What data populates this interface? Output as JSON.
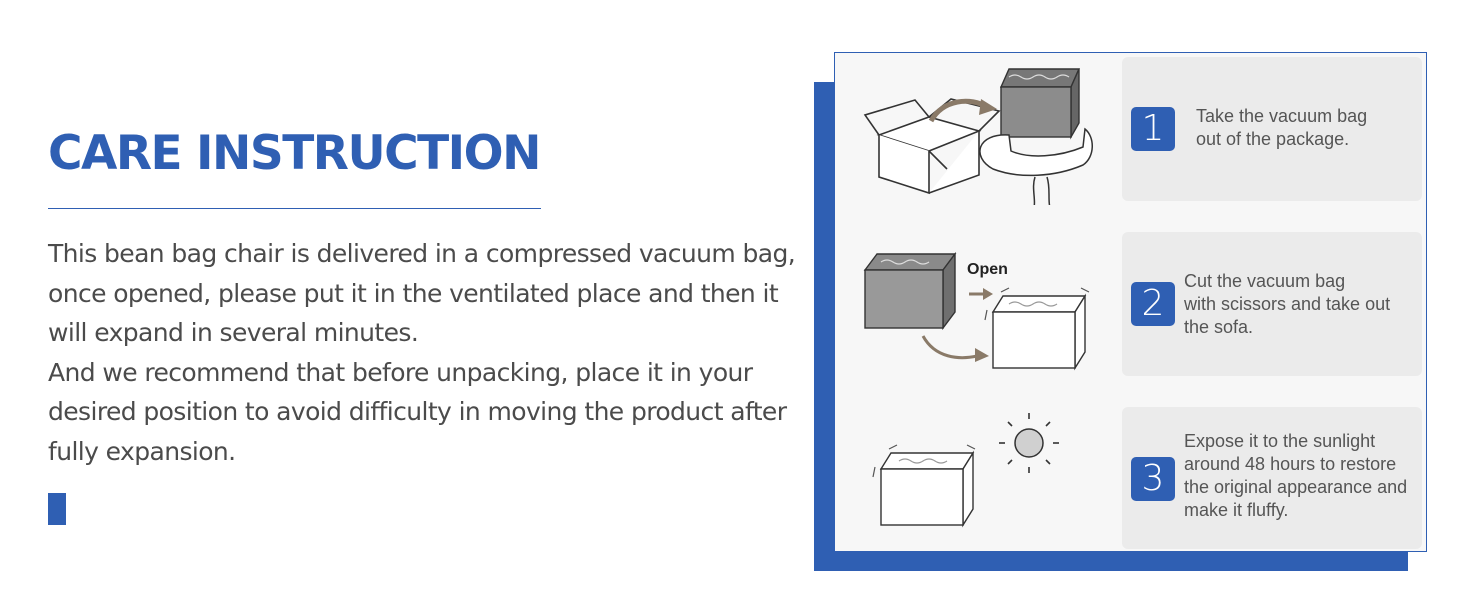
{
  "heading": "CARE INSTRUCTION",
  "description": [
    "This bean bag chair is delivered in a compressed vacuum bag, once opened, please put it in the ventilated place and then it will expand in several minutes.",
    "And we recommend that before unpacking, place it in your desired position to avoid difficulty in moving the product after fully expansion."
  ],
  "steps": [
    {
      "number": "1",
      "text": "Take the vacuum bag\nout of the package."
    },
    {
      "number": "2",
      "text": "Cut the vacuum bag\nwith scissors and take out\nthe sofa."
    },
    {
      "number": "3",
      "text": "Expose it to the sunlight\naround 48 hours to restore\nthe original appearance and\nmake it fluffy."
    }
  ],
  "illustration_labels": {
    "open": "Open"
  },
  "colors": {
    "accent": "#2f5fb3",
    "text": "#4b4b4b",
    "panel_bg": "#f7f7f7",
    "step_bg": "#ebebeb"
  }
}
